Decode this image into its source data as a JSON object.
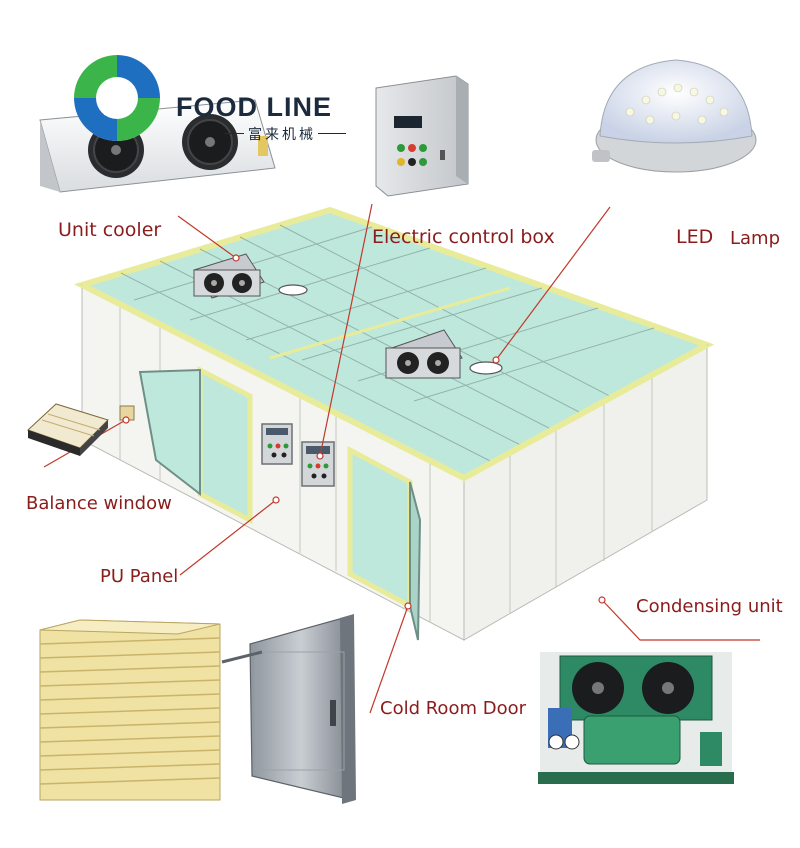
{
  "brand": {
    "name": "FOOD LINE",
    "subtitle": "富来机械",
    "colors": {
      "green": "#3bb54a",
      "blue": "#1f6fc0",
      "navy": "#1b2a3c"
    }
  },
  "labels": {
    "unit_cooler": "Unit cooler",
    "electric_control_box": "Electric control box",
    "led_lamp_led": "LED",
    "led_lamp_lamp": "Lamp",
    "balance_window": "Balance window",
    "pu_panel": "PU Panel",
    "condensing_unit": "Condensing unit",
    "cold_room_door": "Cold Room Door"
  },
  "colors": {
    "label_text": "#8a1c1c",
    "leader_line": "#c0392b",
    "panel_frame": "#e8ec9a",
    "glass": "#bfe8dc",
    "wall": "#f4f5f1",
    "pu_panel": "#efe2a3"
  }
}
